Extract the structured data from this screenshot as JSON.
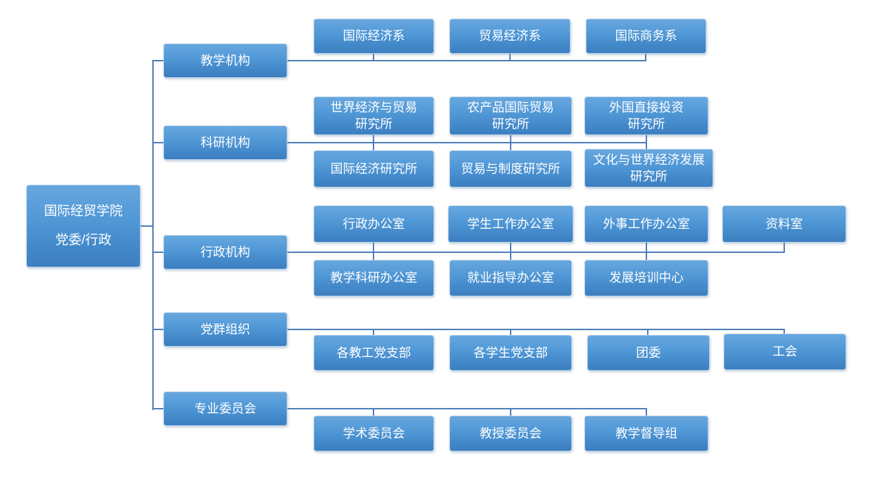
{
  "chart": {
    "type": "org-chart",
    "root": {
      "label": "国际经贸学院\n党委/行政"
    },
    "branches": [
      {
        "label": "教学机构",
        "rows": [
          [
            "国际经济系",
            "贸易经济系",
            "国际商务系"
          ]
        ]
      },
      {
        "label": "科研机构",
        "rows": [
          [
            "世界经济与贸易\n研究所",
            "农产品国际贸易\n研究所",
            "外国直接投资\n研究所"
          ],
          [
            "国际经济研究所",
            "贸易与制度研究所",
            "文化与世界经济发展\n研究所"
          ]
        ]
      },
      {
        "label": "行政机构",
        "rows": [
          [
            "行政办公室",
            "学生工作办公室",
            "外事工作办公室",
            "资料室"
          ],
          [
            "教学科研办公室",
            "就业指导办公室",
            "发展培训中心"
          ]
        ]
      },
      {
        "label": "党群组织",
        "rows": [
          [
            "各教工党支部",
            "各学生党支部",
            "团委",
            "工会"
          ]
        ]
      },
      {
        "label": "专业委员会",
        "rows": [
          [
            "学术委员会",
            "教授委员会",
            "教学督导组"
          ]
        ]
      }
    ]
  },
  "colors": {
    "box_gradient_top": "#68a7de",
    "box_gradient_bottom": "#3d7fc0",
    "box_border": "#b9d3ea",
    "connector": "#4a7cb5",
    "text": "#ffffff",
    "background": "#ffffff"
  }
}
